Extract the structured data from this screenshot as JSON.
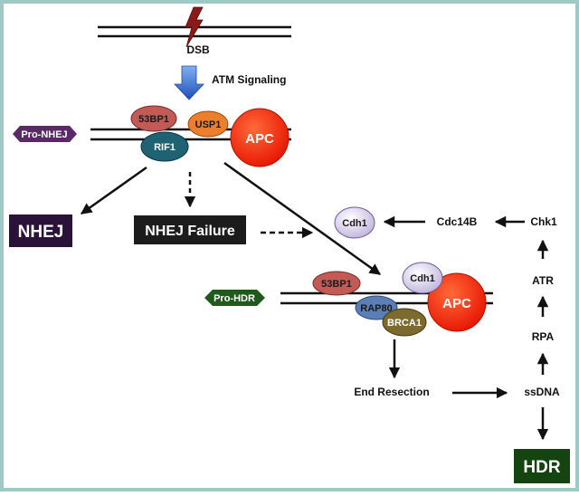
{
  "labels": {
    "dsb": "DSB",
    "atm_signaling": "ATM Signaling",
    "pro_nhej": "Pro-NHEJ",
    "pro_hdr": "Pro-HDR",
    "nhej": "NHEJ",
    "nhej_failure": "NHEJ Failure",
    "end_resection": "End Resection",
    "ssdna": "ssDNA",
    "rpa": "RPA",
    "atr": "ATR",
    "chk1": "Chk1",
    "cdc14b": "Cdc14B",
    "hdr": "HDR"
  },
  "complex1": {
    "bp53": "53BP1",
    "usp1": "USP1",
    "rif1": "RIF1",
    "apc": "APC"
  },
  "complex2": {
    "bp53": "53BP1",
    "cdh1": "Cdh1",
    "rap80": "RAP80",
    "brca1": "BRCA1",
    "apc": "APC"
  },
  "cdh1_free": "Cdh1",
  "colors": {
    "frame": "#9fc9c4",
    "apc": "#ff2200",
    "bp53": "#c25a56",
    "usp1": "#ec7f2e",
    "rif1": "#1f6273",
    "cdh1": "#d8cfe8",
    "rap80": "#5b7fb5",
    "brca1": "#7d6a2f",
    "pro_nhej": "#5a2a66",
    "pro_hdr": "#1f5a1c",
    "nhej_box": "#2a1238",
    "nhej_failure_box": "#1c1c1c",
    "hdr_box": "#14440f",
    "atm_arrow": "#3a73d8",
    "lightning": "#8a1a1a"
  }
}
